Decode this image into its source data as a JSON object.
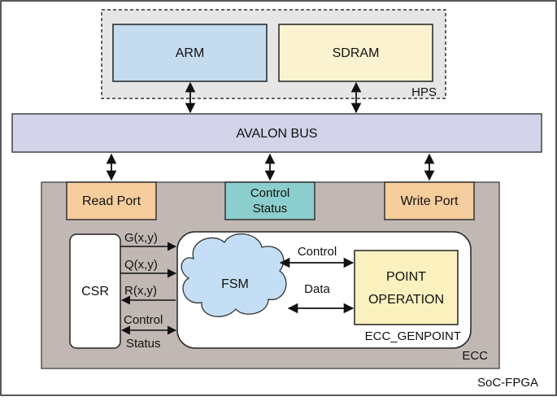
{
  "diagram": {
    "blocks": {
      "arm": "ARM",
      "sdram": "SDRAM",
      "hps": "HPS",
      "avalon_bus": "AVALON BUS",
      "read_port": "Read Port",
      "control_status_line1": "Control",
      "control_status_line2": "Status",
      "write_port": "Write Port",
      "csr": "CSR",
      "fsm": "FSM",
      "point_operation_line1": "POINT",
      "point_operation_line2": "OPERATION",
      "ecc_genpoint": "ECC_GENPOINT",
      "ecc": "ECC",
      "soc_fpga": "SoC-FPGA"
    },
    "signals": {
      "g": "G(x,y)",
      "q": "Q(x,y)",
      "r": "R(x,y)",
      "control": "Control",
      "status": "Status",
      "fsm_control": "Control",
      "fsm_data": "Data"
    }
  },
  "colors": {
    "arm_fill": "#c5dcef",
    "sdram_fill": "#fbf3cf",
    "bus_fill": "#d3d3ea",
    "port_fill": "#f6cd9d",
    "control_status_fill": "#8ccecd",
    "ecc_fill": "#c1b8b4",
    "fsm_fill": "#c4dff5",
    "point_fill": "#fbf1bf"
  }
}
